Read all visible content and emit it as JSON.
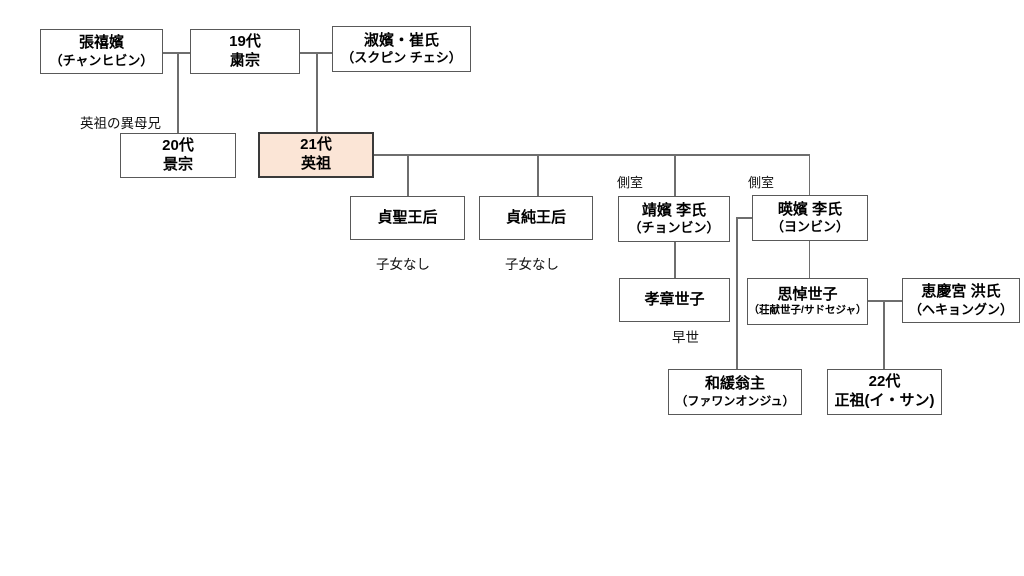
{
  "nodes": {
    "jang_huibin": {
      "line1": "張禧嬪",
      "line2": "（チャンヒビン）"
    },
    "sukjong": {
      "line1": "19代",
      "line2": "粛宗"
    },
    "sukbin_choi": {
      "line1": "淑嬪・崔氏",
      "line2": "（スクピン チェシ）"
    },
    "gyeongjong": {
      "line1": "20代",
      "line2": "景宗"
    },
    "yeongjo": {
      "line1": "21代",
      "line2": "英祖"
    },
    "jeongseong_wanghu": {
      "line1": "貞聖王后"
    },
    "jeongsun_wanghu": {
      "line1": "貞純王后"
    },
    "jeongbin_lee": {
      "line1": "靖嬪 李氏",
      "line2": "（チョンビン）"
    },
    "yeongbin_lee": {
      "line1": "暎嬪 李氏",
      "line2": "（ヨンビン）"
    },
    "hyojang_seja": {
      "line1": "孝章世子"
    },
    "sado_seja": {
      "line1": "思悼世子",
      "line2": "（荘献世子/サドセジャ）"
    },
    "hyegyeong_hong": {
      "line1": "恵慶宮 洪氏",
      "line2": "（ヘキョングン）"
    },
    "hwawan_ongju": {
      "line1": "和緩翁主",
      "line2": "（ファワンオンジュ）"
    },
    "jeongjo": {
      "line1": "22代",
      "line2": "正祖(イ・サン)"
    }
  },
  "annotations": {
    "half_brother_note": "英祖の異母兄",
    "concubine_label_1": "側室",
    "concubine_label_2": "側室",
    "no_children_1": "子女なし",
    "no_children_2": "子女なし",
    "early_death_note": "早世"
  },
  "colors": {
    "background": "#FFFFFF",
    "box_border": "#595959",
    "highlight_fill": "#FBE5D6",
    "highlight_border": "#3A3A3A",
    "connector": "#6E6E6E",
    "text": "#000000"
  }
}
